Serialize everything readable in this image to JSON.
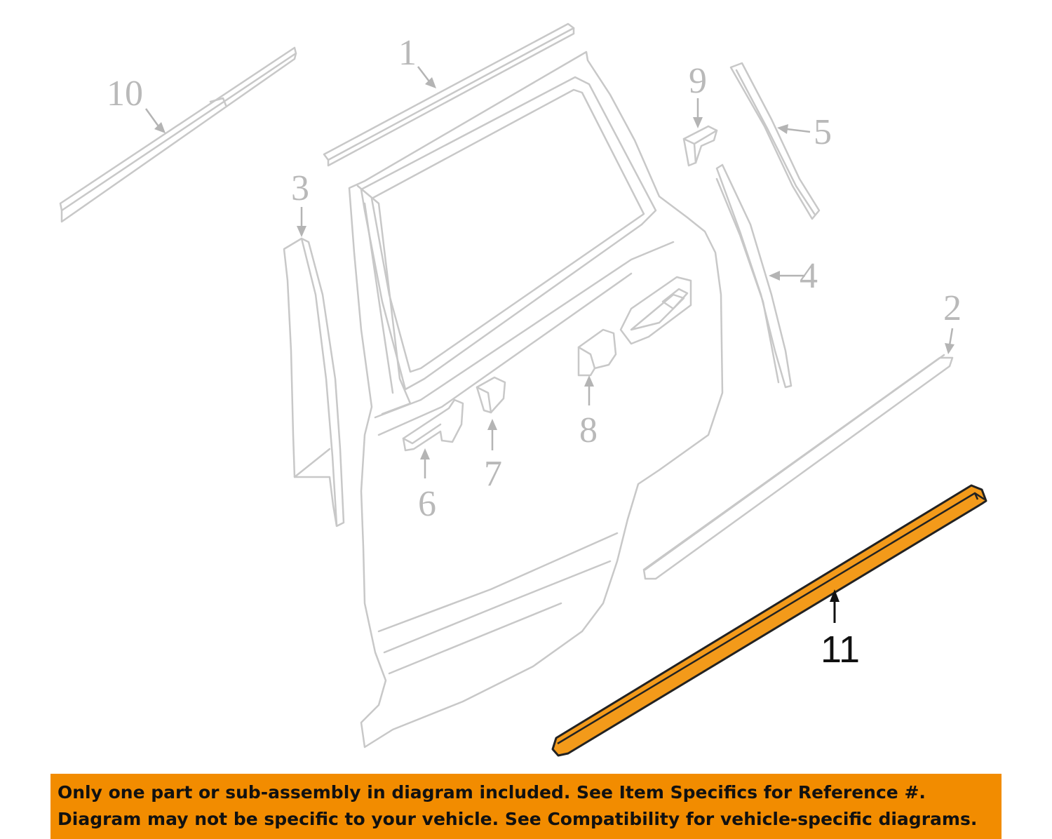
{
  "diagram": {
    "callouts": {
      "c1": "1",
      "c2": "2",
      "c3": "3",
      "c4": "4",
      "c5": "5",
      "c6": "6",
      "c7": "7",
      "c8": "8",
      "c9": "9",
      "c10": "10",
      "c11": "11"
    },
    "highlighted_part": "11",
    "colors": {
      "highlight": "#f39a1a",
      "banner": "#f28c00",
      "ghost_lines": "#c8c8c8"
    }
  },
  "banner": {
    "line1": "Only one part or sub-assembly in diagram included. See Item Specifics for Reference #.",
    "line2": "Diagram may not be specific to your vehicle. See Compatibility for vehicle-specific diagrams."
  }
}
